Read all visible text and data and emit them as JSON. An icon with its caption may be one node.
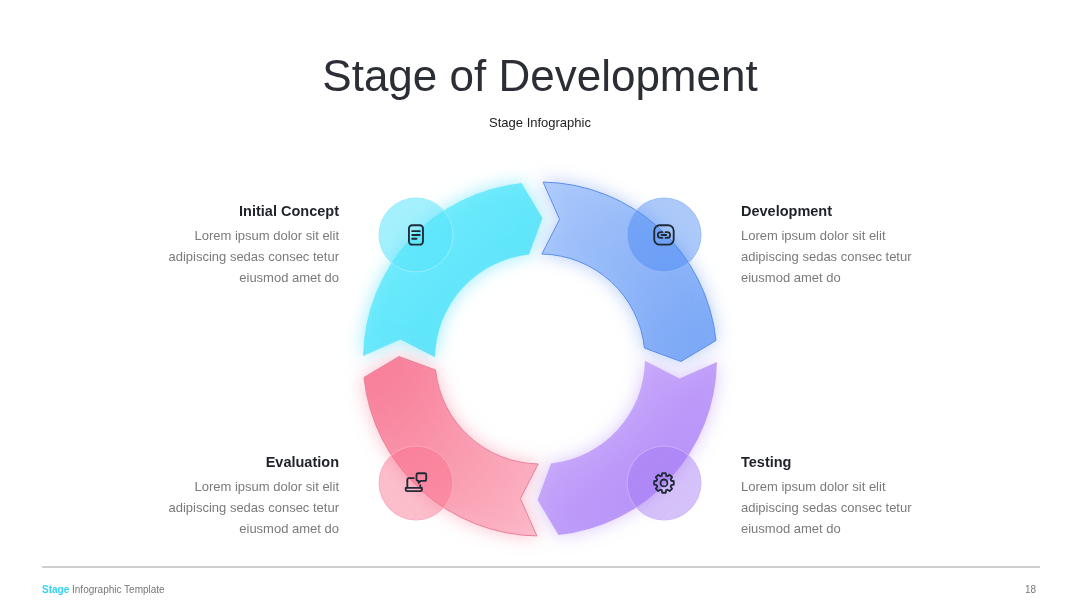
{
  "diagram": {
    "title": "Stage of Development",
    "nodes": [
      {
        "text": [],
        "shape": "arrow",
        "beside": [
          "Initial Concept",
          "Lorem ipsum dolor sit elit adipiscing sedas consec tetur eiusmod amet do"
        ]
      },
      {
        "text": [],
        "shape": "arrow",
        "beside": [
          "Development",
          "Lorem ipsum dolor sit elit adipiscing sedas consec tetur eiusmod amet do"
        ]
      },
      {
        "text": [],
        "shape": "arrow",
        "beside": [
          "Evaluation",
          "Lorem ipsum dolor sit elit adipiscing sedas consec tetur eiusmod amet do"
        ]
      },
      {
        "text": [],
        "shape": "arrow",
        "beside": [
          "Testing",
          "Lorem ipsum dolor sit elit adipiscing sedas consec tetur eiusmod amet do"
        ]
      }
    ],
    "labels": [
      "Stage Infographic",
      "**Stage** Infographic Template",
      "18"
    ]
  }
}
